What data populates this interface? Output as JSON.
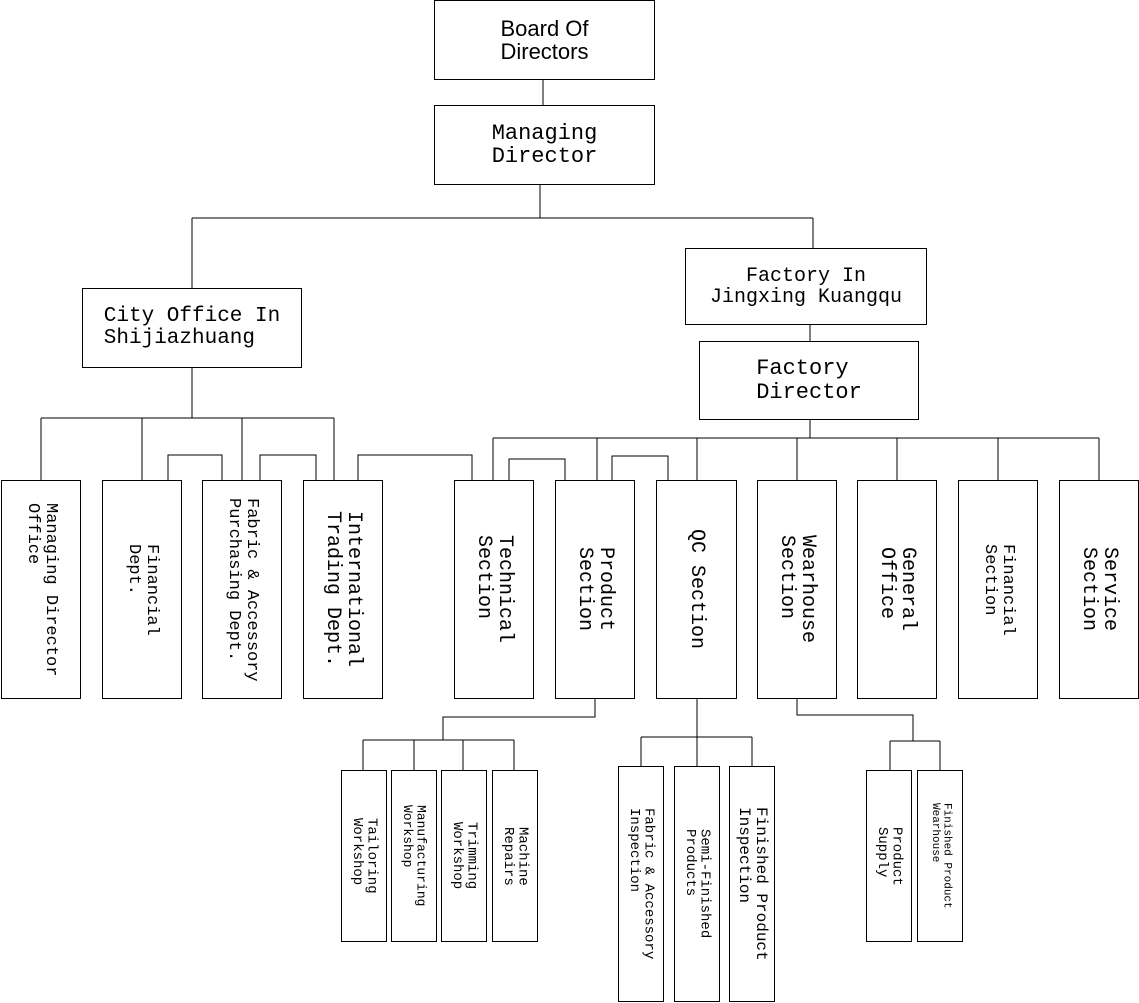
{
  "nodes": {
    "board": "Board Of\nDirectors",
    "managing": "Managing\nDirector",
    "city_office": "City Office In\nShijiazhuang",
    "factory": "Factory In\nJingxing Kuangqu",
    "factory_director": "Factory\nDirector",
    "md_office": "Managing Director\nOffice",
    "financial_dept": "Financial\nDept.",
    "fabric_purchasing": "Fabric & Accessory\nPurchasing Dept.",
    "international": "International\nTrading Dept.",
    "technical": "Technical\nSection",
    "product_section": "Product\nSection",
    "qc": "QC Section",
    "wearhouse": "Wearhouse\nSection",
    "general_office": "General\nOffice",
    "financial_section": "Financial\nSection",
    "service": "Service\nSection",
    "tailoring": "Tailoring\nWorkshop",
    "manufacturing": "Manufacturing\nWorkshop",
    "trimming": "Trimming\nWorkshop",
    "machine": "Machine\nRepairs",
    "fabric_inspection": "Fabric & Accessory\nInspection",
    "semi_finished": "Semi-Finished\nProducts",
    "finished_inspection": "Finished Product\nInspection",
    "product_supply": "Product\nSupply",
    "finished_wearhouse": "Finished Product\nWearhouse"
  }
}
